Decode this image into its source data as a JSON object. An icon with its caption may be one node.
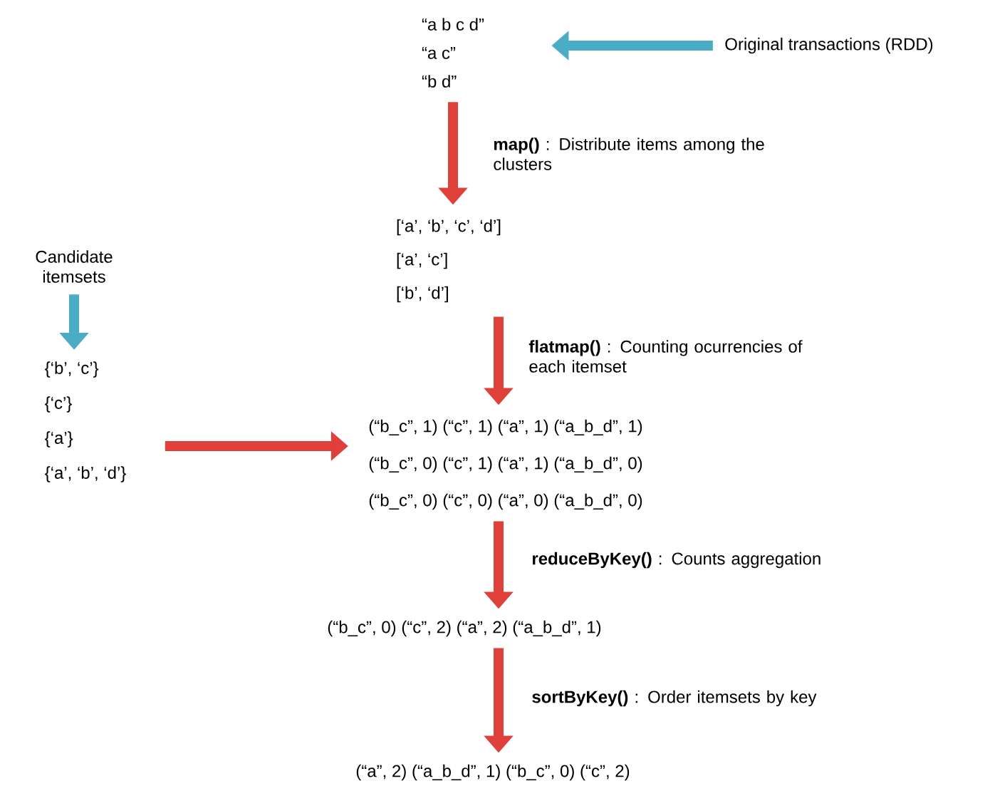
{
  "diagram": {
    "nodes": [
      {
        "text": [
          "“a b c d”",
          "“a c”",
          "“b d”"
        ]
      },
      {
        "text": [
          "Original transactions (RDD)"
        ]
      },
      {
        "text": [
          "[‘a’, ‘b’, ‘c’, ‘d’]",
          "[‘a’, ‘c’]",
          "[‘b’, ‘d’]"
        ]
      },
      {
        "text": [
          "Candidate itemsets"
        ]
      },
      {
        "text": [
          "{‘b’, ‘c’}",
          "{‘c’}",
          "{‘a’}",
          "{‘a’, ‘b’, ‘d’}"
        ]
      },
      {
        "text": [
          "(“b_c”, 1) (“c”, 1) (“a”, 1) (“a_b_d”, 1)",
          "(“b_c”, 0) (“c”, 1) (“a”, 1) (“a_b_d”, 0)",
          "(“b_c”, 0) (“c”, 0) (“a”, 0) (“a_b_d”, 0)"
        ]
      },
      {
        "text": [
          "(“b_c”, 0) (“c”, 2) (“a”, 2) (“a_b_d”, 1)"
        ]
      },
      {
        "text": [
          "(“a”, 2) (“a_b_d”, 1) (“b_c”, 0) (“c”, 2)"
        ]
      }
    ],
    "edges": [
      {
        "from": 1,
        "to": 0,
        "arrow": "to",
        "color": "#4bacc6"
      },
      {
        "from": 0,
        "to": 2,
        "arrow": "to",
        "label": "**map()** : Distribute items among the clusters"
      },
      {
        "from": 2,
        "to": 5,
        "arrow": "to",
        "label": "**flatmap()** : Counting ocurrencies of each itemset"
      },
      {
        "from": 3,
        "to": 4,
        "arrow": "to",
        "color": "#4bacc6"
      },
      {
        "from": 4,
        "to": 5,
        "arrow": "to"
      },
      {
        "from": 5,
        "to": 6,
        "arrow": "to",
        "label": "**reduceByKey()** : Counts aggregation"
      },
      {
        "from": 6,
        "to": 7,
        "arrow": "to",
        "label": "**sortByKey()** : Order itemsets by key"
      }
    ]
  }
}
